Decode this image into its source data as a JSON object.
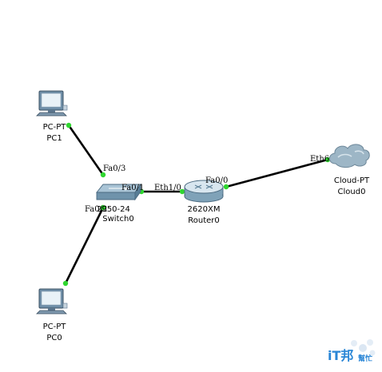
{
  "devices": {
    "pc1": {
      "model": "PC-PT",
      "name": "PC1",
      "icon": "desktop-pc-icon"
    },
    "pc0": {
      "model": "PC-PT",
      "name": "PC0",
      "icon": "desktop-pc-icon"
    },
    "switch0": {
      "model": "2950-24",
      "name": "Switch0",
      "icon": "switch-icon"
    },
    "router0": {
      "model": "2620XM",
      "name": "Router0",
      "icon": "router-icon"
    },
    "cloud0": {
      "model": "Cloud-PT",
      "name": "Cloud0",
      "icon": "cloud-icon"
    }
  },
  "ports": {
    "switch_fa03": "Fa0/3",
    "switch_fa02": "Fa0/2",
    "switch_fa01": "Fa0/1",
    "router_eth10": "Eth1/0",
    "router_fa00": "Fa0/0",
    "cloud_eth6": "Eth6"
  },
  "colors": {
    "link_light": "#2fd62f",
    "cable": "#000000",
    "watermark": "#2a86d6"
  },
  "watermark": {
    "logo_text": "iT邦",
    "tag_text": "幫忙"
  }
}
